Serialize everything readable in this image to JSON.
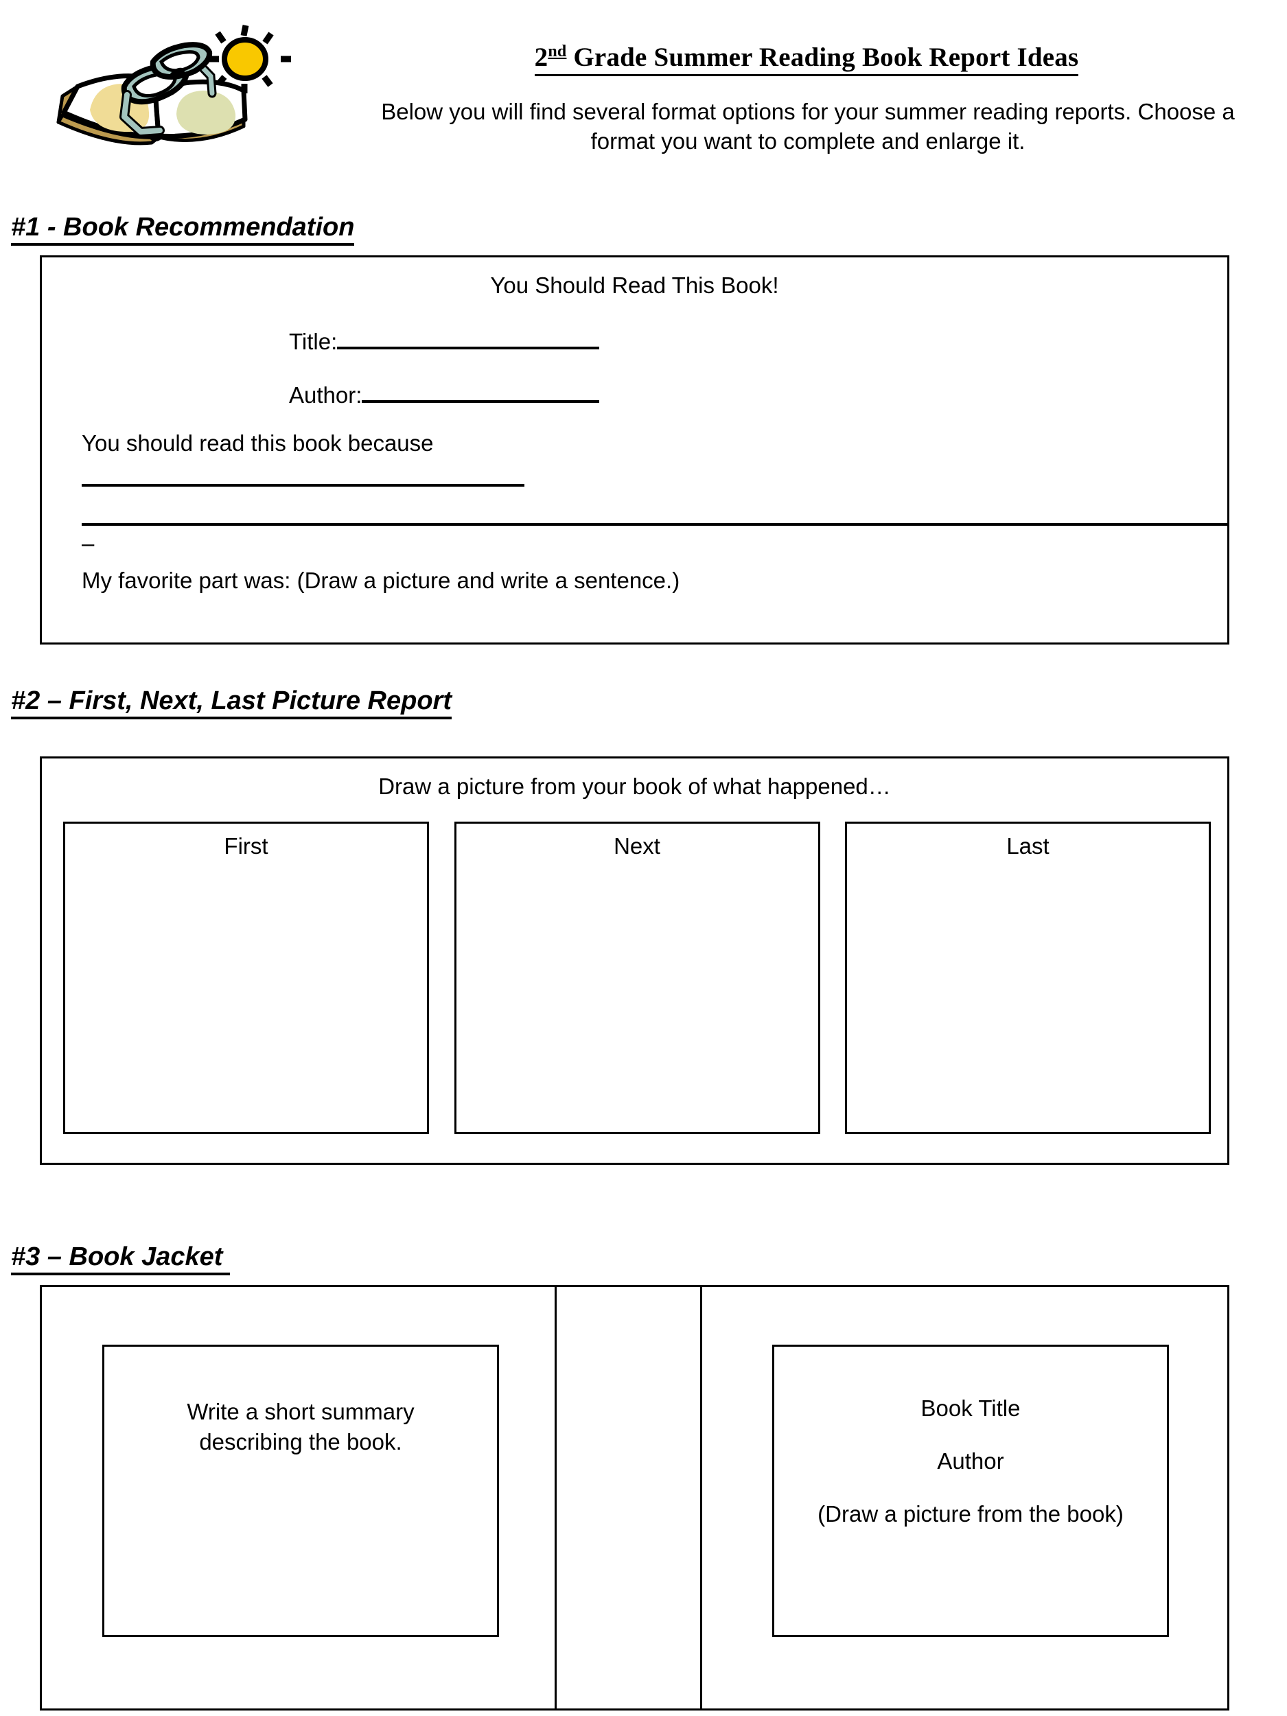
{
  "header": {
    "title_prefix": "2",
    "title_sup": "nd",
    "title_rest": " Grade Summer Reading Book Report Ideas",
    "intro": "Below you will find several format options for your summer reading reports. Choose a format you want to complete and enlarge it.",
    "clipart_name": "open-book-with-sunglasses-and-sun",
    "colors": {
      "sun": "#F9C800",
      "page_left": "#F0DC96",
      "page_right": "#DDE0B0",
      "book_edge": "#BC9A4E",
      "glasses": "#A3C4BE",
      "outline": "#000000"
    }
  },
  "sections": [
    {
      "heading": "#1 - Book Recommendation",
      "box": {
        "title": "You Should Read This Book!",
        "fields": [
          {
            "label": "Title:"
          },
          {
            "label": "Author:"
          }
        ],
        "prompt_because": "You should read this book because",
        "dash": "–",
        "prompt_favorite": "My favorite part was: (Draw a picture and write a sentence.)"
      }
    },
    {
      "heading": "#2 – First, Next, Last Picture Report",
      "box": {
        "prompt": "Draw a picture from your book of what happened…",
        "panels": [
          {
            "label": "First"
          },
          {
            "label": "Next"
          },
          {
            "label": "Last"
          }
        ]
      }
    },
    {
      "heading": "#3 – Book Jacket ",
      "box": {
        "back_panel": {
          "summary_line_1": "Write a short summary",
          "summary_line_2": "describing the book."
        },
        "spine_panel": {},
        "front_panel": {
          "line_1": "Book Title",
          "line_2": "Author",
          "line_3": "(Draw a picture from the book)"
        }
      }
    }
  ]
}
